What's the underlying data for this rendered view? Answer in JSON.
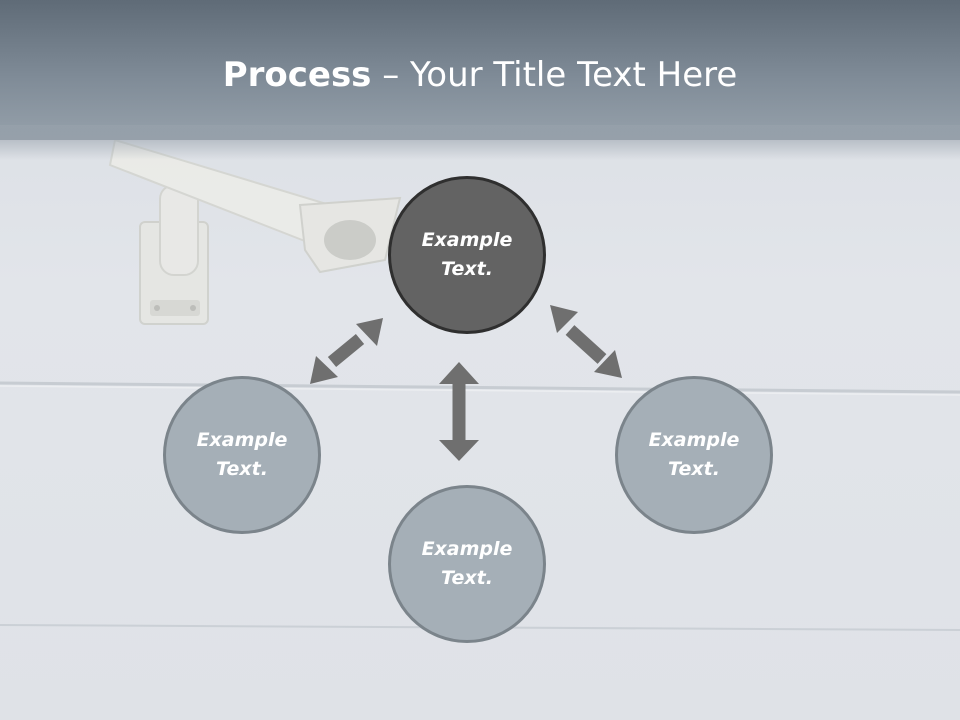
{
  "title": {
    "bold": "Process",
    "rest": " – Your Title Text Here"
  },
  "nodes": {
    "center": "Example\nText.",
    "left": "Example\nText.",
    "right": "Example\nText.",
    "bottom": "Example\nText."
  },
  "colors": {
    "title_bar": "#7f8b97",
    "center_fill": "#636363",
    "node_fill": "#a5afb7",
    "arrow": "#6f6f6f"
  }
}
